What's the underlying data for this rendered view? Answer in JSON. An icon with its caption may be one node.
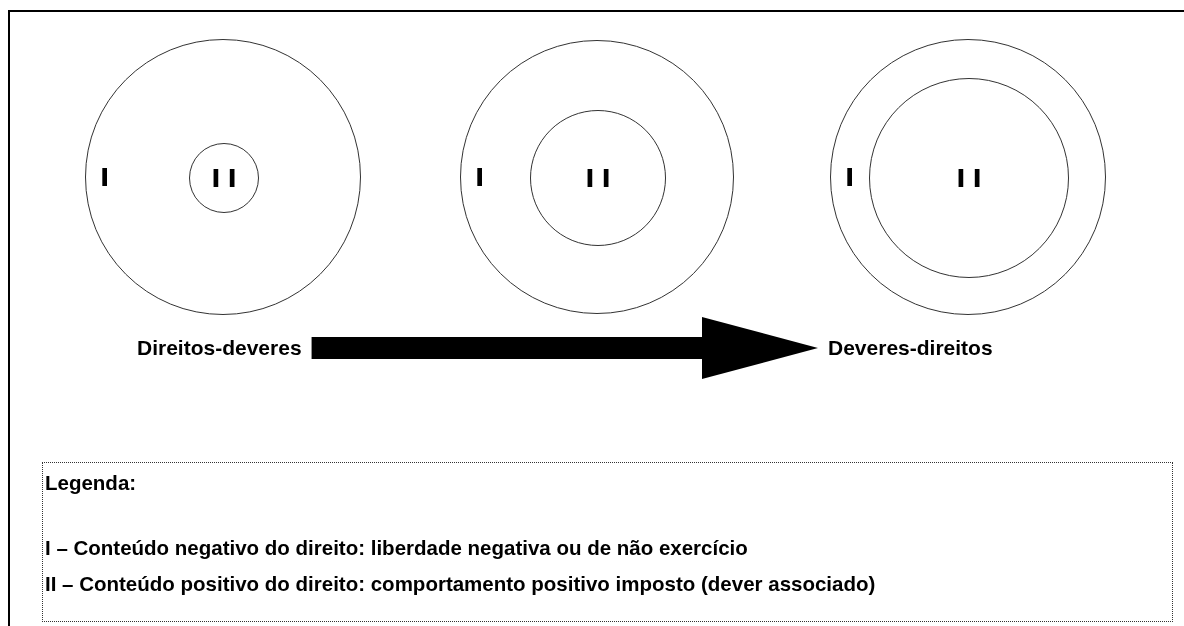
{
  "diagram": {
    "nodes": [
      {
        "text": [
          "I"
        ]
      },
      {
        "text": [
          "II"
        ],
        "in": 0
      },
      {
        "text": [
          "I"
        ]
      },
      {
        "text": [
          "II"
        ],
        "in": 2
      },
      {
        "text": [
          "I"
        ]
      },
      {
        "text": [
          "II"
        ],
        "in": 4
      },
      {
        "text": [
          "Direitos-deveres"
        ]
      },
      {
        "text": [
          "Deveres-direitos"
        ]
      },
      {
        "text": [
          "Legenda:",
          "I – Conteúdo negativo do direito: liberdade negativa ou de não exercício",
          "II – Conteúdo positivo do direito: comportamento positivo imposto (dever associado)"
        ]
      }
    ],
    "edges": [
      {
        "from": 6,
        "to": 7,
        "arrow": "to"
      }
    ]
  }
}
